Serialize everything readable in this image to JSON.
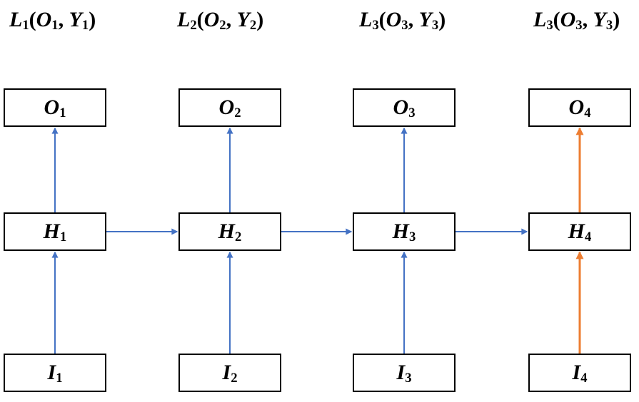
{
  "diagram": {
    "title_semantic": "unrolled-recurrent-network",
    "loss_labels": [
      "L_1(O_1, Y_1)",
      "L_2(O_2, Y_2)",
      "L_3(O_3, Y_3)",
      "L_3(O_3, Y_3)"
    ],
    "nodes": {
      "outputs": [
        "O_1",
        "O_2",
        "O_3",
        "O_4"
      ],
      "hidden": [
        "H_1",
        "H_2",
        "H_3",
        "H_4"
      ],
      "inputs": [
        "I_1",
        "I_2",
        "I_3",
        "I_4"
      ]
    },
    "edges": [
      {
        "from": "I1",
        "to": "H1",
        "color": "blue"
      },
      {
        "from": "H1",
        "to": "O1",
        "color": "blue"
      },
      {
        "from": "H1",
        "to": "H2",
        "color": "blue"
      },
      {
        "from": "I2",
        "to": "H2",
        "color": "blue"
      },
      {
        "from": "H2",
        "to": "O2",
        "color": "blue"
      },
      {
        "from": "H2",
        "to": "H3",
        "color": "blue"
      },
      {
        "from": "I3",
        "to": "H3",
        "color": "blue"
      },
      {
        "from": "H3",
        "to": "O3",
        "color": "blue"
      },
      {
        "from": "H3",
        "to": "H4",
        "color": "blue"
      },
      {
        "from": "I4",
        "to": "H4",
        "color": "orange"
      },
      {
        "from": "H4",
        "to": "O4",
        "color": "orange"
      }
    ],
    "arrow_widths": {
      "blue": 2,
      "orange": 3
    },
    "colors": {
      "background": "#ffffff",
      "arrow_blue": "#4472C4",
      "arrow_orange": "#ED7D31",
      "box_border": "#000000",
      "box_fill": "#ffffff",
      "text": "#000000"
    }
  }
}
